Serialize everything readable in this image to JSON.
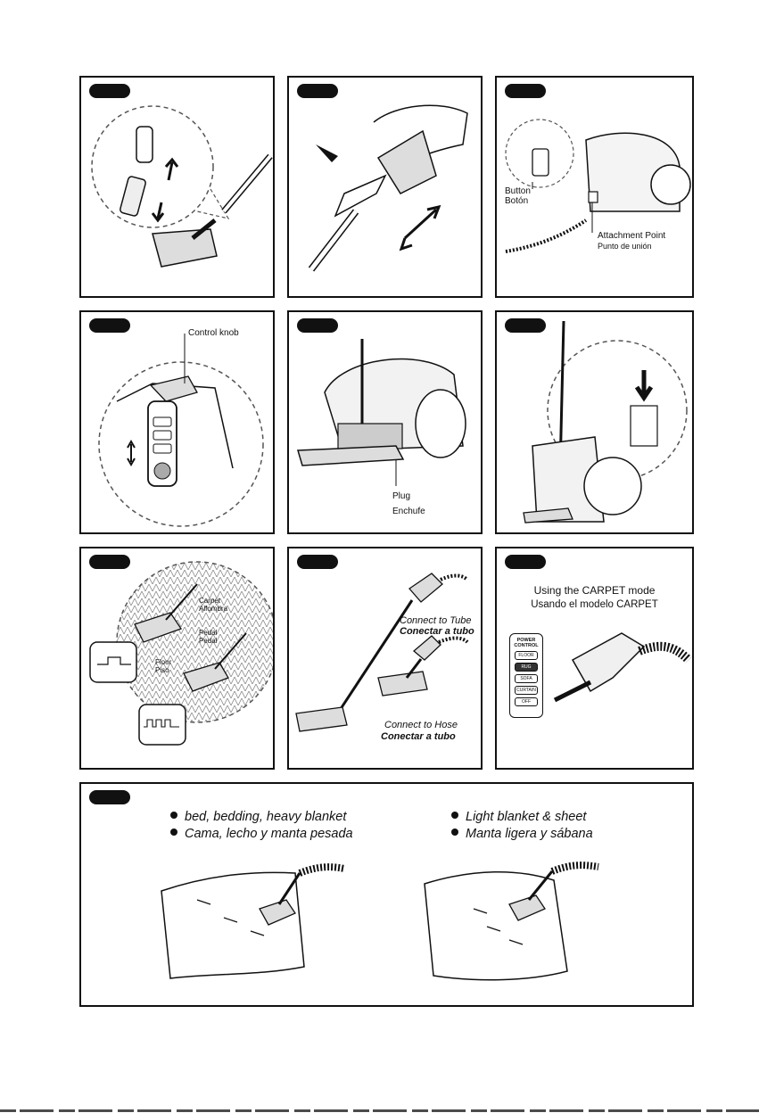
{
  "panel3": {
    "button": "Button",
    "button_es": "Botón",
    "attach": "Attachment Point",
    "attach_es": "Punto de unión"
  },
  "panel4": {
    "knob": "Control knob"
  },
  "panel5": {
    "plug": "Plug",
    "plug_es": "Enchufe"
  },
  "panel7": {
    "carpet": "Carpet",
    "carpet_es": "Alfombra",
    "pedal": "Pedal",
    "pedal_es": "Pedal",
    "floor": "Floor",
    "floor_es": "Piso"
  },
  "panel8": {
    "tube": "Connect to Tube",
    "tube_es": "Conectar a tubo",
    "hose": "Connect to Hose",
    "hose_es": "Conectar a tubo"
  },
  "panel9": {
    "title": "Using the CARPET mode",
    "title_es": "Usando el modelo CARPET",
    "control_title_1": "POWER",
    "control_title_2": "CONTROL",
    "buttons": [
      "FLOOR",
      "RUG",
      "SOFA",
      "CURTAIN",
      "OFF"
    ]
  },
  "panel10": {
    "left_1": "bed, bedding, heavy blanket",
    "left_2": "Cama, lecho y manta pesada",
    "right_1": "Light blanket & sheet",
    "right_2": "Manta ligera y sábana"
  }
}
